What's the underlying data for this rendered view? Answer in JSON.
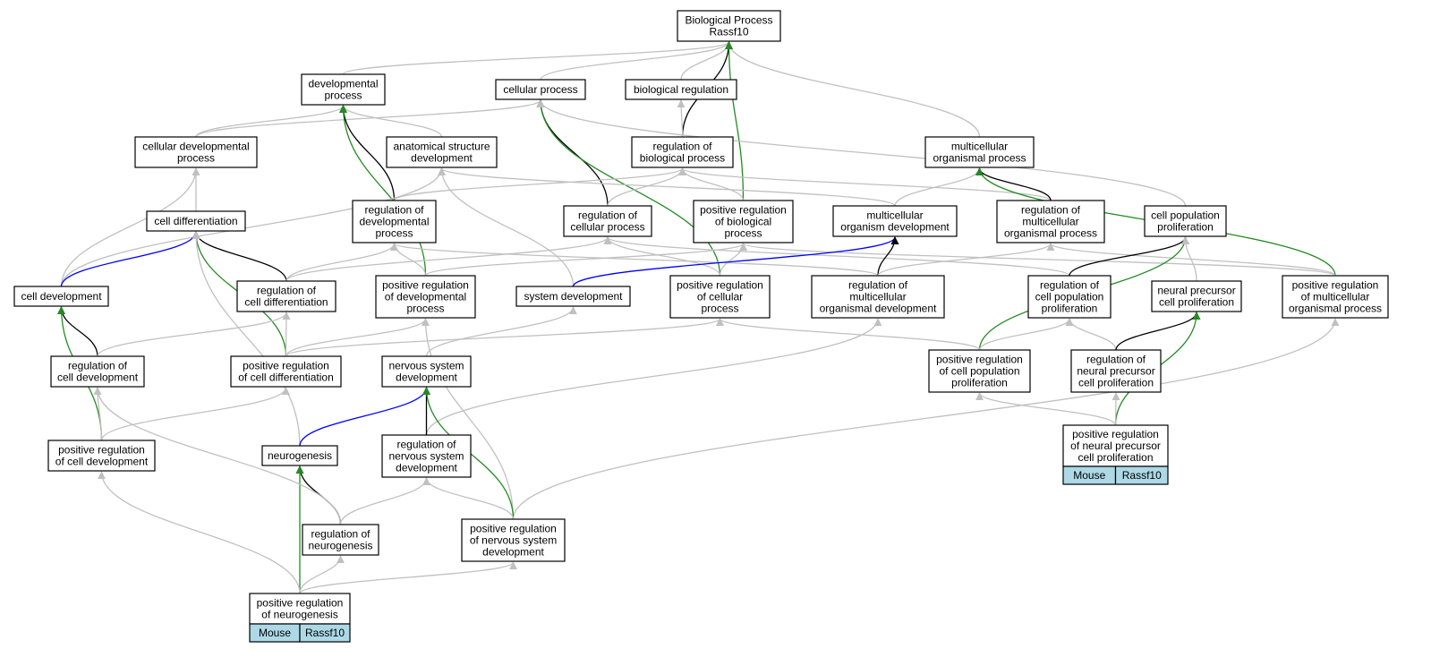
{
  "colors": {
    "is_a": "#c0c0c0",
    "part_of": "#000000",
    "regulates": "#0000ff",
    "positively_regulates": "#228b22",
    "tag_fill": "#add8e6"
  },
  "nodes": [
    {
      "id": "bp",
      "lines": [
        "Biological Process",
        "Rassf10"
      ]
    },
    {
      "id": "dev",
      "lines": [
        "developmental",
        "process"
      ]
    },
    {
      "id": "cell",
      "lines": [
        "cellular process"
      ]
    },
    {
      "id": "bioreg",
      "lines": [
        "biological regulation"
      ]
    },
    {
      "id": "celldevproc",
      "lines": [
        "cellular developmental",
        "process"
      ]
    },
    {
      "id": "anat",
      "lines": [
        "anatomical structure",
        "development"
      ]
    },
    {
      "id": "regbio",
      "lines": [
        "regulation of",
        "biological process"
      ]
    },
    {
      "id": "multi",
      "lines": [
        "multicellular",
        "organismal process"
      ]
    },
    {
      "id": "celldiff",
      "lines": [
        "cell differentiation"
      ]
    },
    {
      "id": "regdev",
      "lines": [
        "regulation of",
        "developmental",
        "process"
      ]
    },
    {
      "id": "regcell",
      "lines": [
        "regulation of",
        "cellular process"
      ]
    },
    {
      "id": "posregbio",
      "lines": [
        "positive regulation",
        "of biological",
        "process"
      ]
    },
    {
      "id": "multidev",
      "lines": [
        "multicellular",
        "organism development"
      ]
    },
    {
      "id": "regmulti",
      "lines": [
        "regulation of",
        "multicellular",
        "organismal process"
      ]
    },
    {
      "id": "cellpop",
      "lines": [
        "cell population",
        "proliferation"
      ]
    },
    {
      "id": "celldev",
      "lines": [
        "cell development"
      ]
    },
    {
      "id": "regcelldiff",
      "lines": [
        "regulation of",
        "cell differentiation"
      ]
    },
    {
      "id": "posregdev",
      "lines": [
        "positive regulation",
        "of developmental",
        "process"
      ]
    },
    {
      "id": "sysdev",
      "lines": [
        "system development"
      ]
    },
    {
      "id": "posregcell",
      "lines": [
        "positive regulation",
        "of cellular",
        "process"
      ]
    },
    {
      "id": "regmultidev",
      "lines": [
        "regulation of",
        "multicellular",
        "organismal development"
      ]
    },
    {
      "id": "regcellpop",
      "lines": [
        "regulation of",
        "cell population",
        "proliferation"
      ]
    },
    {
      "id": "npcp",
      "lines": [
        "neural precursor",
        "cell proliferation"
      ]
    },
    {
      "id": "posregmulti",
      "lines": [
        "positive regulation",
        "of multicellular",
        "organismal process"
      ]
    },
    {
      "id": "regcelldev",
      "lines": [
        "regulation of",
        "cell development"
      ]
    },
    {
      "id": "posregcelldiff",
      "lines": [
        "positive regulation",
        "of cell differentiation"
      ]
    },
    {
      "id": "nsd",
      "lines": [
        "nervous system",
        "development"
      ]
    },
    {
      "id": "posregcellpop",
      "lines": [
        "positive regulation",
        "of cell population",
        "proliferation"
      ]
    },
    {
      "id": "regnpcp",
      "lines": [
        "regulation of",
        "neural precursor",
        "cell proliferation"
      ]
    },
    {
      "id": "posregcelldev",
      "lines": [
        "positive regulation",
        "of cell development"
      ]
    },
    {
      "id": "neurogenesis",
      "lines": [
        "neurogenesis"
      ]
    },
    {
      "id": "regnsd",
      "lines": [
        "regulation of",
        "nervous system",
        "development"
      ]
    },
    {
      "id": "posregnpcp",
      "lines": [
        "positive regulation",
        "of neural precursor",
        "cell proliferation"
      ],
      "tags": [
        "Mouse",
        "Rassf10"
      ]
    },
    {
      "id": "regneuro",
      "lines": [
        "regulation of",
        "neurogenesis"
      ]
    },
    {
      "id": "posregnsd",
      "lines": [
        "positive regulation",
        "of nervous system",
        "development"
      ]
    },
    {
      "id": "posregneuro",
      "lines": [
        "positive regulation",
        "of neurogenesis"
      ],
      "tags": [
        "Mouse",
        "Rassf10"
      ]
    }
  ],
  "edges": [
    {
      "from": "dev",
      "to": "bp",
      "type": "is_a"
    },
    {
      "from": "cell",
      "to": "bp",
      "type": "is_a"
    },
    {
      "from": "bioreg",
      "to": "bp",
      "type": "is_a"
    },
    {
      "from": "multi",
      "to": "bp",
      "type": "is_a"
    },
    {
      "from": "regbio",
      "to": "bp",
      "type": "part_of"
    },
    {
      "from": "posregbio",
      "to": "bp",
      "type": "positively_regulates"
    },
    {
      "from": "celldevproc",
      "to": "dev",
      "type": "is_a"
    },
    {
      "from": "celldevproc",
      "to": "cell",
      "type": "is_a"
    },
    {
      "from": "anat",
      "to": "dev",
      "type": "is_a"
    },
    {
      "from": "regbio",
      "to": "bioreg",
      "type": "is_a"
    },
    {
      "from": "regdev",
      "to": "dev",
      "type": "part_of"
    },
    {
      "from": "posregdev",
      "to": "dev",
      "type": "positively_regulates"
    },
    {
      "from": "regcell",
      "to": "cell",
      "type": "part_of"
    },
    {
      "from": "posregcell",
      "to": "cell",
      "type": "positively_regulates"
    },
    {
      "from": "cellpop",
      "to": "cell",
      "type": "is_a"
    },
    {
      "from": "celldiff",
      "to": "celldevproc",
      "type": "is_a"
    },
    {
      "from": "celldev",
      "to": "celldevproc",
      "type": "is_a"
    },
    {
      "from": "celldev",
      "to": "anat",
      "type": "is_a"
    },
    {
      "from": "sysdev",
      "to": "anat",
      "type": "is_a"
    },
    {
      "from": "multidev",
      "to": "anat",
      "type": "is_a"
    },
    {
      "from": "regdev",
      "to": "regbio",
      "type": "is_a"
    },
    {
      "from": "regcell",
      "to": "regbio",
      "type": "is_a"
    },
    {
      "from": "posregbio",
      "to": "regbio",
      "type": "is_a"
    },
    {
      "from": "regmulti",
      "to": "regbio",
      "type": "is_a"
    },
    {
      "from": "multidev",
      "to": "multi",
      "type": "is_a"
    },
    {
      "from": "regmulti",
      "to": "multi",
      "type": "part_of"
    },
    {
      "from": "posregmulti",
      "to": "multi",
      "type": "positively_regulates"
    },
    {
      "from": "celldev",
      "to": "celldiff",
      "type": "regulates"
    },
    {
      "from": "regcelldiff",
      "to": "celldiff",
      "type": "part_of"
    },
    {
      "from": "posregcelldiff",
      "to": "celldiff",
      "type": "positively_regulates"
    },
    {
      "from": "neurogenesis",
      "to": "celldiff",
      "type": "is_a"
    },
    {
      "from": "regcelldiff",
      "to": "regdev",
      "type": "is_a"
    },
    {
      "from": "posregdev",
      "to": "regdev",
      "type": "is_a"
    },
    {
      "from": "regmultidev",
      "to": "regdev",
      "type": "is_a"
    },
    {
      "from": "regcelldiff",
      "to": "regcell",
      "type": "is_a"
    },
    {
      "from": "posregcell",
      "to": "regcell",
      "type": "is_a"
    },
    {
      "from": "regcellpop",
      "to": "regcell",
      "type": "is_a"
    },
    {
      "from": "posregcell",
      "to": "posregbio",
      "type": "is_a"
    },
    {
      "from": "posregdev",
      "to": "posregbio",
      "type": "is_a"
    },
    {
      "from": "posregmulti",
      "to": "posregbio",
      "type": "is_a"
    },
    {
      "from": "sysdev",
      "to": "multidev",
      "type": "regulates"
    },
    {
      "from": "regmultidev",
      "to": "multidev",
      "type": "part_of"
    },
    {
      "from": "regmultidev",
      "to": "regmulti",
      "type": "is_a"
    },
    {
      "from": "posregmulti",
      "to": "regmulti",
      "type": "is_a"
    },
    {
      "from": "regcellpop",
      "to": "cellpop",
      "type": "part_of"
    },
    {
      "from": "posregcellpop",
      "to": "cellpop",
      "type": "positively_regulates"
    },
    {
      "from": "npcp",
      "to": "cellpop",
      "type": "is_a"
    },
    {
      "from": "regcelldev",
      "to": "celldev",
      "type": "part_of"
    },
    {
      "from": "posregcelldev",
      "to": "celldev",
      "type": "positively_regulates"
    },
    {
      "from": "regcelldev",
      "to": "regcelldiff",
      "type": "is_a"
    },
    {
      "from": "posregcelldiff",
      "to": "regcelldiff",
      "type": "is_a"
    },
    {
      "from": "posregcelldiff",
      "to": "posregdev",
      "type": "is_a"
    },
    {
      "from": "posregcelldiff",
      "to": "posregcell",
      "type": "is_a"
    },
    {
      "from": "posregnsd",
      "to": "posregdev",
      "type": "is_a"
    },
    {
      "from": "nsd",
      "to": "sysdev",
      "type": "is_a"
    },
    {
      "from": "regnsd",
      "to": "regmultidev",
      "type": "is_a"
    },
    {
      "from": "posregcellpop",
      "to": "posregcell",
      "type": "is_a"
    },
    {
      "from": "posregcellpop",
      "to": "regcellpop",
      "type": "is_a"
    },
    {
      "from": "regnpcp",
      "to": "regcellpop",
      "type": "is_a"
    },
    {
      "from": "regnpcp",
      "to": "npcp",
      "type": "part_of"
    },
    {
      "from": "posregnpcp",
      "to": "npcp",
      "type": "positively_regulates"
    },
    {
      "from": "posregnsd",
      "to": "posregmulti",
      "type": "is_a"
    },
    {
      "from": "posregcelldev",
      "to": "regcelldev",
      "type": "is_a"
    },
    {
      "from": "posregcelldev",
      "to": "posregcelldiff",
      "type": "is_a"
    },
    {
      "from": "neurogenesis",
      "to": "nsd",
      "type": "regulates"
    },
    {
      "from": "regnsd",
      "to": "nsd",
      "type": "part_of"
    },
    {
      "from": "posregnsd",
      "to": "nsd",
      "type": "positively_regulates"
    },
    {
      "from": "posregnpcp",
      "to": "posregcellpop",
      "type": "is_a"
    },
    {
      "from": "posregnpcp",
      "to": "regnpcp",
      "type": "is_a"
    },
    {
      "from": "regneuro",
      "to": "neurogenesis",
      "type": "part_of"
    },
    {
      "from": "posregneuro",
      "to": "neurogenesis",
      "type": "positively_regulates"
    },
    {
      "from": "regneuro",
      "to": "regnsd",
      "type": "is_a"
    },
    {
      "from": "regneuro",
      "to": "regcelldev",
      "type": "is_a"
    },
    {
      "from": "posregnsd",
      "to": "regnsd",
      "type": "is_a"
    },
    {
      "from": "posregneuro",
      "to": "regneuro",
      "type": "is_a"
    },
    {
      "from": "posregneuro",
      "to": "posregnsd",
      "type": "is_a"
    },
    {
      "from": "posregneuro",
      "to": "posregcelldev",
      "type": "is_a"
    }
  ]
}
